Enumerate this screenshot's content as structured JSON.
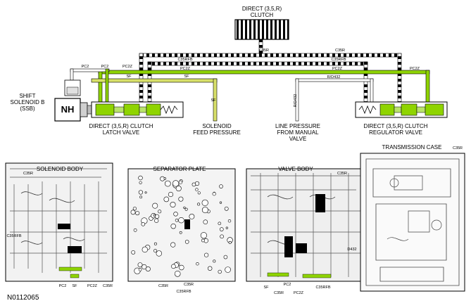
{
  "colors": {
    "line": "#000000",
    "fluid_green": "#8fd400",
    "fluid_yellow": "#d8e06a",
    "light_green": "#b9e36b",
    "gray": "#bdbdbd",
    "plate_fill": "#e8e8e8"
  },
  "top": {
    "clutch_title": "DIRECT (3,5,R)\nCLUTCH",
    "solenoid_label": "SHIFT\nSOLENOID B\n(SSB)",
    "nh_label": "NH",
    "latch_valve": "DIRECT (3,5,R) CLUTCH\nLATCH VALVE",
    "feed_pressure": "SOLENOID\nFEED PRESSURE",
    "line_pressure": "LINE PRESSURE\nFROM MANUAL\nVALVE",
    "regulator_valve": "DIRECT (3,5,R) CLUTCH\nREGULATOR VALVE",
    "passages": {
      "c35r_top": "C35R",
      "c35r_top2": "C35R",
      "c35rfb": "C35RFB",
      "c35rfb2": "C35RFB",
      "pc2_a": "PC2",
      "pc2_b": "PC2",
      "pc2z_a": "PC2Z",
      "pc2z_b": "PC2Z",
      "pc2z_c": "PC2Z",
      "pc2z_d": "PC2Z",
      "sf_a": "SF",
      "sf_b": "SF",
      "sf_c": "SF",
      "rd432_a": "R/D432",
      "rd432_b": "R/D432"
    }
  },
  "panels": {
    "solenoid_body": {
      "title": "SOLENOID BODY",
      "labels": [
        "C35R",
        "C35RFB",
        "PC2",
        "SF",
        "PC2Z",
        "C35R"
      ]
    },
    "separator_plate": {
      "title": "SEPARATOR PLATE",
      "labels": [
        "C35R",
        "C35RFB",
        "C35R"
      ]
    },
    "valve_body": {
      "title": "VALVE BODY",
      "labels": [
        "C35R",
        "D432",
        "SF",
        "C35R",
        "PC2",
        "PC2Z",
        "C35RFB"
      ]
    },
    "transmission_case": {
      "title": "TRANSMISSION CASE",
      "labels": [
        "C35R"
      ]
    }
  },
  "figure_id": "N0112065"
}
